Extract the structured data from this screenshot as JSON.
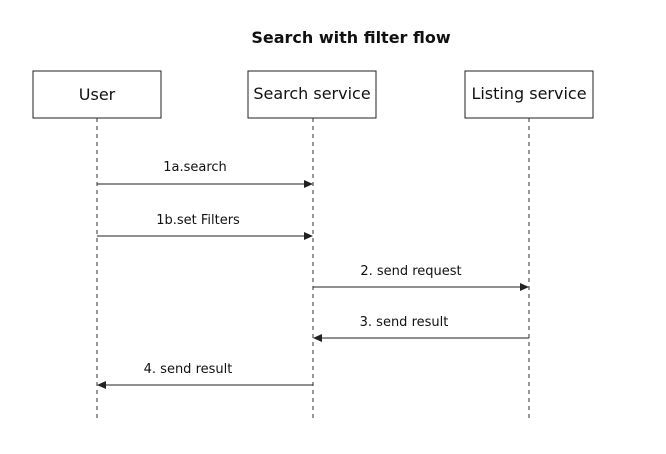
{
  "title": "Search with filter flow",
  "participants": [
    {
      "id": "user",
      "label": "User"
    },
    {
      "id": "search",
      "label": "Search service"
    },
    {
      "id": "listing",
      "label": "Listing service"
    }
  ],
  "messages": [
    {
      "from": "user",
      "to": "search",
      "label": "1a.search"
    },
    {
      "from": "user",
      "to": "search",
      "label": "1b.set Filters"
    },
    {
      "from": "search",
      "to": "listing",
      "label": "2. send request"
    },
    {
      "from": "listing",
      "to": "search",
      "label": "3. send result"
    },
    {
      "from": "search",
      "to": "user",
      "label": "4. send result"
    }
  ]
}
